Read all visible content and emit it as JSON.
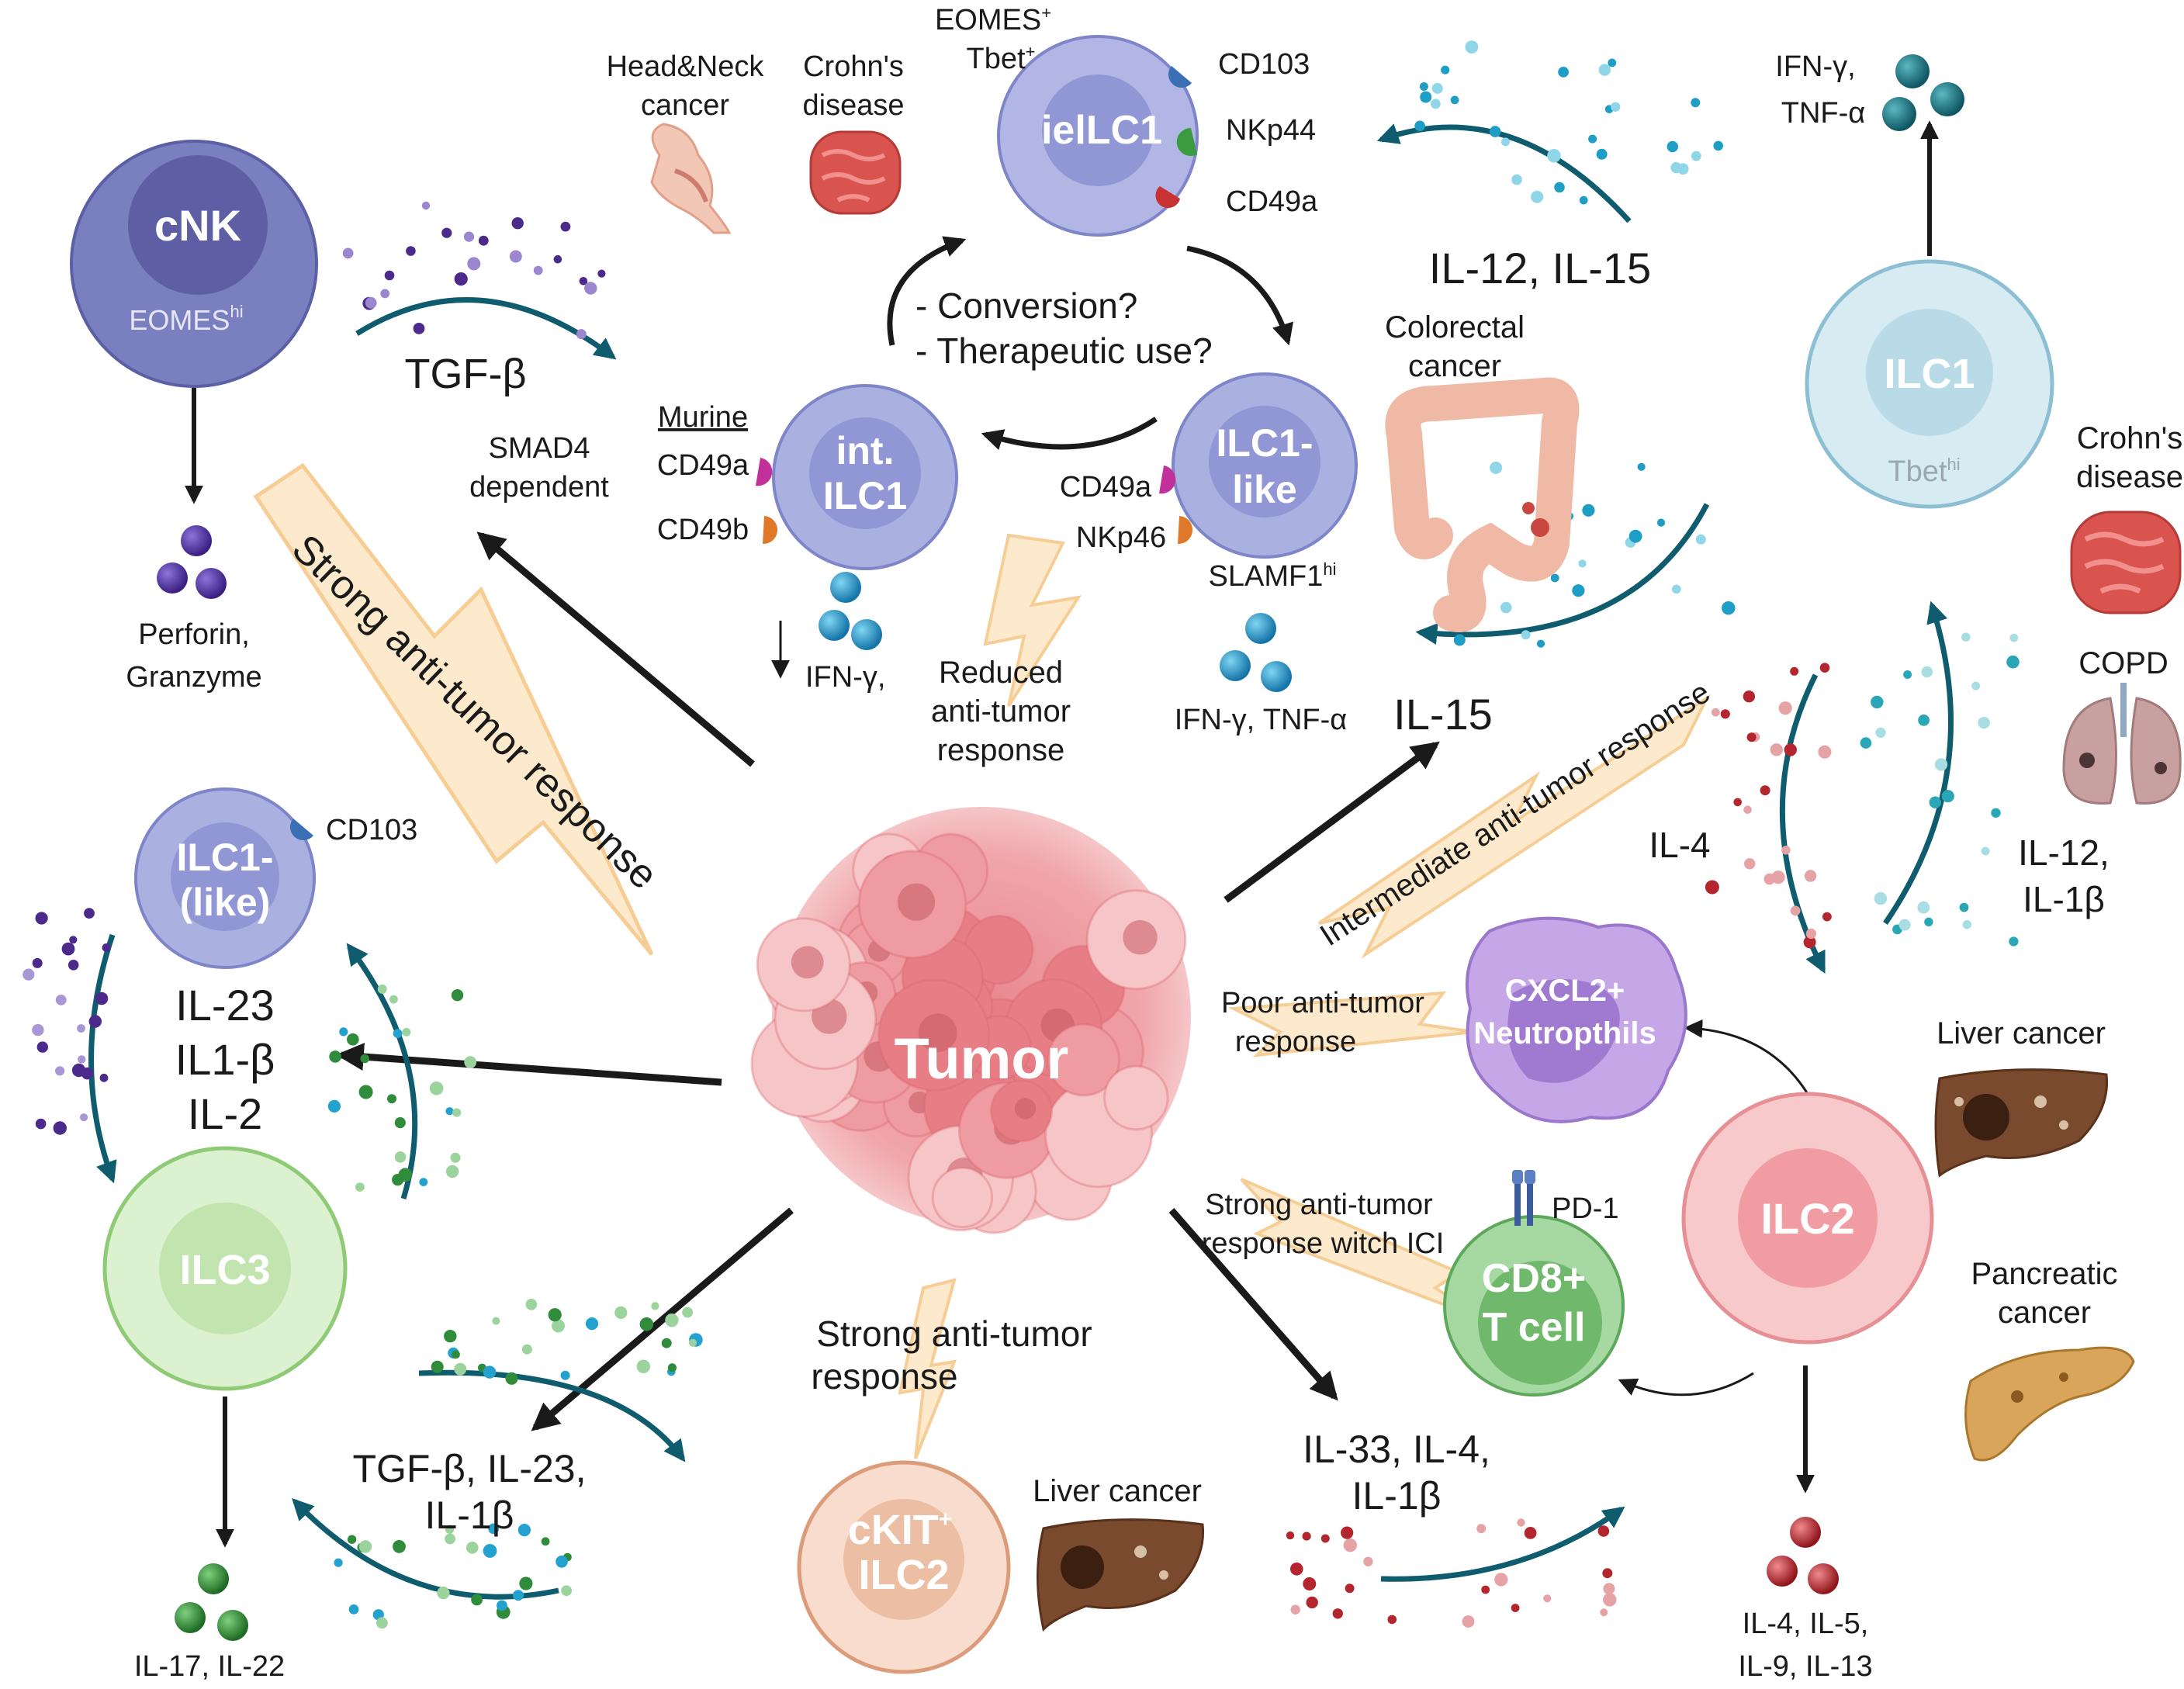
{
  "colors": {
    "nk": "#6b6fb0",
    "nk_inner": "#4f4f95",
    "ielilc1": "#aab0e0",
    "ielilc1_inner": "#8a8fd0",
    "ilc1": "#cfe6ee",
    "ilc1_inner": "#b5d8e6",
    "ilc3": "#d9f0cc",
    "ilc3_inner": "#bfe3ac",
    "ilc2": "#f7c7c9",
    "ilc2_inner": "#ef9ea3",
    "ckit": "#f6d4c0",
    "ckit_inner": "#e9b79c",
    "cd8": "#9ed49a",
    "cd8_inner": "#6fb86c",
    "neutrophil": "#c3a3e6",
    "neutrophil_inner": "#9a76cc",
    "tumor": "#ef9fa5",
    "tumor_core": "#e47f87",
    "lightning": "#fde8c7",
    "lightning_stroke": "#f6c98a",
    "arrow_dark": "#1a1a1a",
    "arrow_teal": "#0e5c6e",
    "dot_purple": "#4b2a8c",
    "dot_blue": "#23a1cf",
    "dot_green": "#2f8c3a",
    "dot_red": "#b3262e"
  },
  "cells": {
    "cnk": {
      "name": "cNK",
      "marker": "EOMES",
      "marker_sup": "hi"
    },
    "ielilc1": {
      "name": "ielLC1",
      "top_line1": "EOMES",
      "top_line1_sup": "+",
      "top_line2": "Tbet",
      "top_line2_sup": "+",
      "receptors": [
        "CD103",
        "NKp44",
        "CD49a"
      ]
    },
    "intilc1": {
      "line1": "int.",
      "line2": "ILC1",
      "header": "Murine",
      "receptors": [
        "CD49a",
        "CD49b"
      ],
      "output": "IFN-γ,"
    },
    "ilc1like_top": {
      "line1": "ILC1-",
      "line2": "like",
      "receptors": [
        "CD49a",
        "NKp46"
      ],
      "marker": "SLAMF1",
      "marker_sup": "hi",
      "output": "IFN-γ, TNF-α"
    },
    "ilc1": {
      "name": "ILC1",
      "marker": "Tbet",
      "marker_sup": "hi",
      "output_line1": "IFN-γ,",
      "output_line2": "TNF-α"
    },
    "ilc1like_left": {
      "line1": "ILC1-",
      "line2": "(like)",
      "receptor": "CD103"
    },
    "ilc3": {
      "name": "ILC3",
      "output": "IL-17, IL-22"
    },
    "ckit": {
      "line1": "cKIT",
      "line1_sup": "+",
      "line2": "ILC2"
    },
    "cd8": {
      "line1": "CD8+",
      "line2": "T cell",
      "receptor": "PD-1"
    },
    "neutrophil": {
      "line1": "CXCL2+",
      "line2": "Neutropthils"
    },
    "ilc2": {
      "name": "ILC2",
      "output_line1": "IL-4, IL-5,",
      "output_line2": "IL-9, IL-13"
    },
    "tumor": {
      "name": "Tumor"
    }
  },
  "organs": {
    "head_neck": {
      "line1": "Head&Neck",
      "line2": "cancer"
    },
    "crohns_top": {
      "line1": "Crohn's",
      "line2": "disease"
    },
    "colorectal": {
      "line1": "Colorectal",
      "line2": "cancer"
    },
    "crohns_right": {
      "line1": "Crohn's",
      "line2": "disease"
    },
    "copd": {
      "label": "COPD"
    },
    "liver_right": {
      "label": "Liver cancer"
    },
    "pancreatic": {
      "line1": "Pancreatic",
      "line2": "cancer"
    },
    "liver_bottom": {
      "label": "Liver cancer"
    }
  },
  "cytokines": {
    "tgfb": "TGF-β",
    "il12_il15": "IL-12, IL-15",
    "il15": "IL-15",
    "il4": "IL-4",
    "il12_il1b_line1": "IL-12,",
    "il12_il1b_line2": "IL-1β",
    "il23_line1": "IL-23",
    "il23_line2": "IL1-β",
    "il23_line3": "IL-2",
    "tgfb_il23_line1": "TGF-β, IL-23,",
    "tgfb_il23_line2": "IL-1β",
    "il33_line1": "IL-33, IL-4,",
    "il33_line2": "IL-1β",
    "perforin_line1": "Perforin,",
    "perforin_line2": "Granzyme"
  },
  "annotations": {
    "smad4_line1": "SMAD4",
    "smad4_line2": "dependent",
    "conversion": "- Conversion?",
    "therapeutic": "- Therapeutic use?",
    "reduced_line1": "Reduced",
    "reduced_line2": "anti-tumor",
    "reduced_line3": "response",
    "strong_left": "Strong anti-tumor response",
    "intermediate": "Intermediate anti-tumor response",
    "poor_line1": "Poor anti-tumor",
    "poor_line2": "response",
    "strong_ici_line1": "Strong anti-tumor",
    "strong_ici_line2": "response witch ICI",
    "strong_bottom_line1": "Strong anti-tumor",
    "strong_bottom_line2": "response"
  }
}
